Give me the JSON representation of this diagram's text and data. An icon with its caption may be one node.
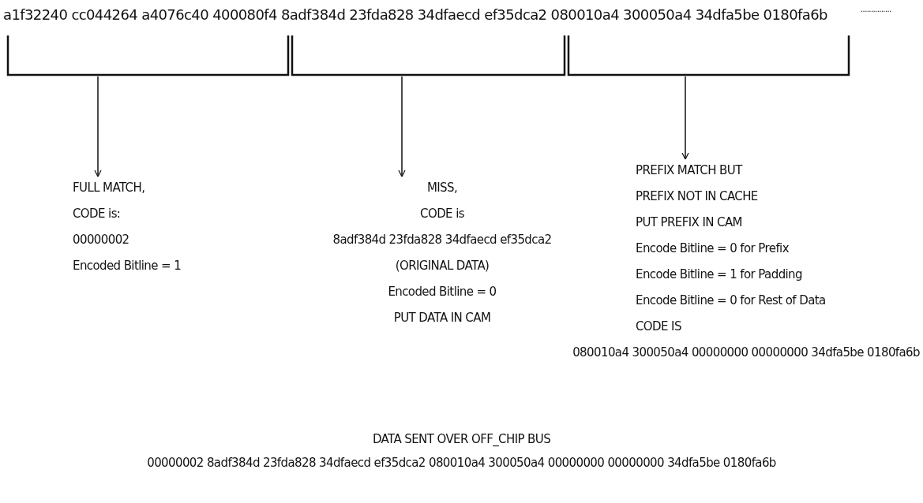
{
  "diagram": {
    "nodes": [
      {
        "text": [],
        "shape": "bracket"
      },
      {
        "text": [],
        "shape": "bracket"
      },
      {
        "text": [],
        "shape": "bracket"
      },
      {
        "text": [
          "FULL MATCH,",
          "CODE is:",
          "00000002",
          "Encoded Bitline = 1"
        ]
      },
      {
        "text": [
          "MISS,",
          "CODE is",
          "8adf384d 23fda828 34dfaecd ef35dca2",
          "(ORIGINAL DATA)",
          "Encoded Bitline = 0",
          "PUT DATA IN CAM"
        ]
      },
      {
        "text": [
          "PREFIX MATCH BUT",
          "PREFIX NOT IN CACHE",
          "PUT PREFIX IN CAM",
          "Encode Bitline = 0 for Prefix",
          "Encode Bitline = 1 for Padding",
          "Encode Bitline = 0 for Rest of Data",
          "CODE IS",
          "080010a4 300050a4 00000000 00000000 34dfa5be 0180fa6b"
        ]
      }
    ],
    "edges": [
      {
        "from": 0,
        "to": 3,
        "arrow": "to"
      },
      {
        "from": 1,
        "to": 4,
        "arrow": "to"
      },
      {
        "from": 2,
        "to": 5,
        "arrow": "to"
      }
    ],
    "labels": [
      "a1f32240 cc044264 a4076c40 400080f4 8adf384d 23fda828 34dfaecd ef35dca2 080010a4 300050a4 34dfa5be 0180fa6b",
      "...............",
      "DATA SENT OVER OFF_CHIP BUS",
      "00000002 8adf384d 23fda828 34dfaecd ef35dca2 080010a4 300050a4 00000000 00000000 34dfa5be 0180fa6b"
    ]
  }
}
